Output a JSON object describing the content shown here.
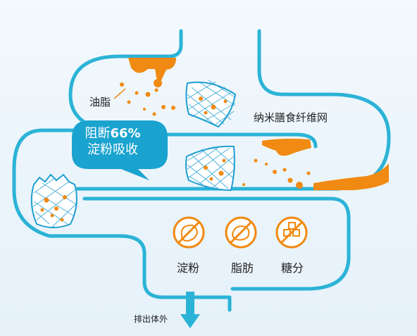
{
  "labels": {
    "fat": "油脂",
    "fiber": "纳米膳食纤维网",
    "block_prefix": "阻断",
    "block_percent": "66%",
    "block_suffix": "淀粉吸收",
    "excrete": "排出体外"
  },
  "icons": [
    {
      "label": "淀粉",
      "icon": "no-starch-icon"
    },
    {
      "label": "脂肪",
      "icon": "no-fat-icon"
    },
    {
      "label": "糖分",
      "icon": "no-sugar-icon"
    }
  ],
  "colors": {
    "intestine": "#2bb3d6",
    "fat_orange": "#f08a12",
    "bubble": "#1aa3cf",
    "net": "#1f9ed0",
    "background": "#eef6fc"
  }
}
